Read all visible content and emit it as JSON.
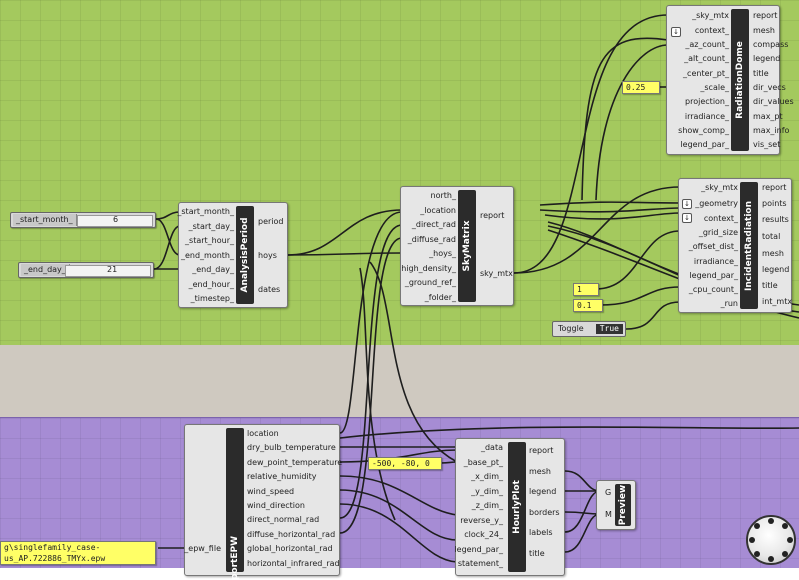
{
  "components": {
    "radiation_dome": {
      "title": "RadiationDome",
      "inputs": [
        "_sky_mtx",
        "context_",
        "_az_count_",
        "_alt_count_",
        "_center_pt_",
        "_scale_",
        "projection_",
        "irradiance_",
        "show_comp_",
        "legend_par_"
      ],
      "outputs": [
        "report",
        "mesh",
        "compass",
        "legend",
        "title",
        "dir_vecs",
        "dir_values",
        "max_pt",
        "max_info",
        "vis_set"
      ]
    },
    "incident_radiation": {
      "title": "IncidentRadiation",
      "inputs": [
        "_sky_mtx",
        "_geometry",
        "context_",
        "_grid_size",
        "_offset_dist_",
        "irradiance_",
        "legend_par_",
        "_cpu_count_",
        "_run"
      ],
      "outputs": [
        "report",
        "points",
        "results",
        "total",
        "mesh",
        "legend",
        "title",
        "int_mtx"
      ]
    },
    "analysis_period": {
      "title": "AnalysisPeriod",
      "inputs": [
        "_start_month_",
        "_start_day_",
        "_start_hour_",
        "_end_month_",
        "_end_day_",
        "_end_hour_",
        "_timestep_"
      ],
      "outputs": [
        "period",
        "hoys",
        "dates"
      ]
    },
    "sky_matrix": {
      "title": "SkyMatrix",
      "inputs": [
        "north_",
        "_location",
        "_direct_rad",
        "_diffuse_rad",
        "_hoys_",
        "high_density_",
        "_ground_ref_",
        "_folder_"
      ],
      "outputs": [
        "report",
        "sky_mtx"
      ]
    },
    "import_epw": {
      "title": "ImportEPW",
      "title_visible": "portEPW",
      "input": "_epw_file",
      "outputs": [
        "location",
        "dry_bulb_temperature",
        "dew_point_temperature",
        "relative_humidity",
        "wind_speed",
        "wind_direction",
        "direct_normal_rad",
        "diffuse_horizontal_rad",
        "global_horizontal_rad",
        "horizontal_infrared_rad"
      ]
    },
    "hourly_plot": {
      "title": "HourlyPlot",
      "inputs": [
        "_data",
        "_base_pt_",
        "_x_dim_",
        "_y_dim_",
        "_z_dim_",
        "reverse_y_",
        "clock_24_",
        "legend_par_",
        "statement_"
      ],
      "outputs": [
        "report",
        "mesh",
        "legend",
        "borders",
        "labels",
        "title"
      ]
    },
    "preview": {
      "title": "Preview",
      "inputs": [
        "G",
        "M"
      ]
    }
  },
  "sliders": {
    "start_month": {
      "label": "_start_month_",
      "value": "6"
    },
    "end_day": {
      "label": "_end_day_",
      "value": "21"
    }
  },
  "panels": {
    "scale": "0.25",
    "grid_size": "1",
    "offset": "0.1",
    "base_pt": "-500, -80, 0",
    "epw_path_line1": "g\\singlefamily_case-",
    "epw_path_line2": "us_AP.722886_TMYx.epw"
  },
  "toggle": {
    "label": "Toggle",
    "value": "True"
  }
}
